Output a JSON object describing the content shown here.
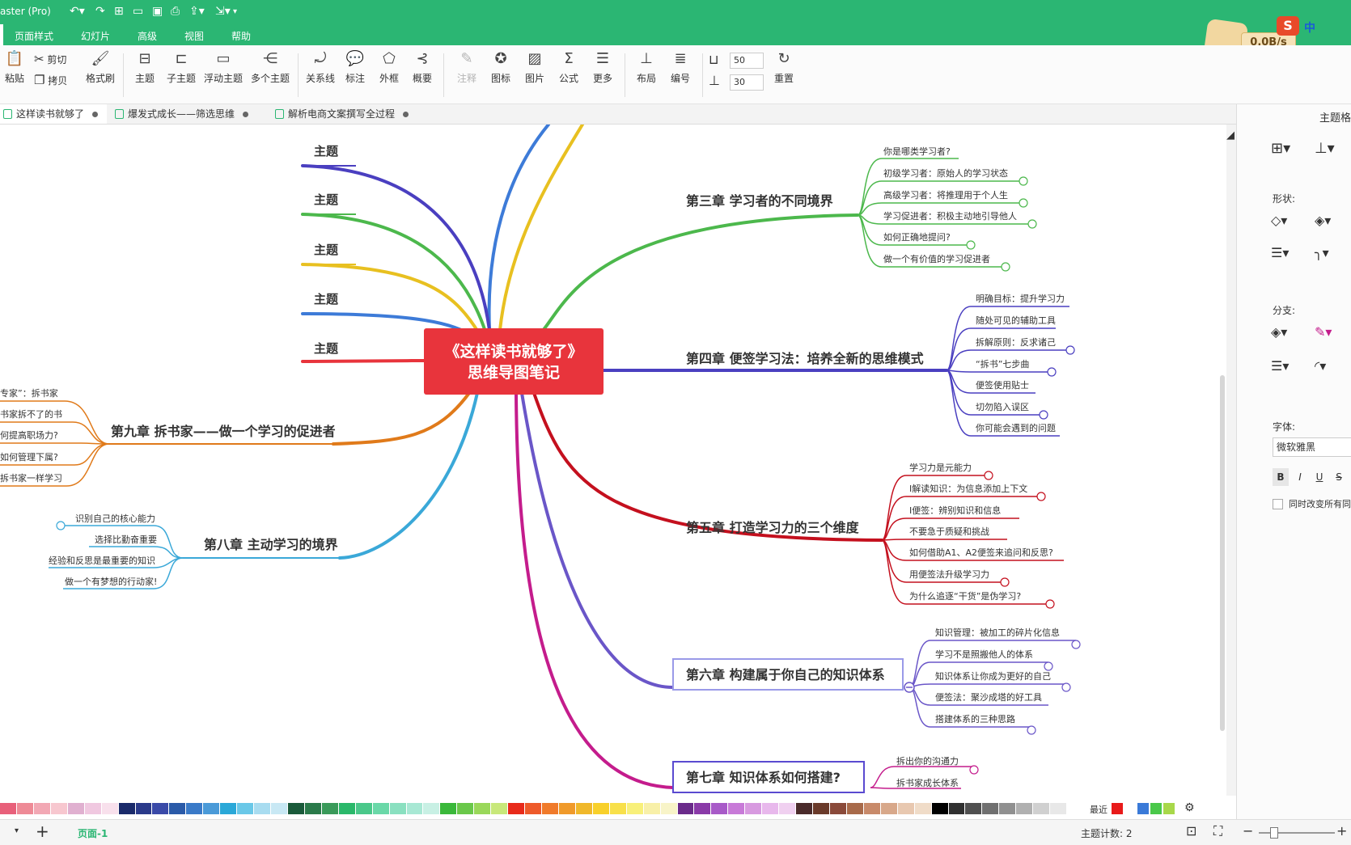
{
  "app": {
    "title": "aster (Pro)"
  },
  "menu": [
    "页面样式",
    "幻灯片",
    "高级",
    "视图",
    "帮助"
  ],
  "toolbar": {
    "paste": "粘贴",
    "cut": "剪切",
    "copy": "拷贝",
    "format_painter": "格式刷",
    "topic": "主题",
    "subtopic": "子主题",
    "floating": "浮动主题",
    "multi": "多个主题",
    "relation": "关系线",
    "callout": "标注",
    "boundary": "外框",
    "summary": "概要",
    "note": "注释",
    "icon": "图标",
    "image": "图片",
    "formula": "公式",
    "more": "更多",
    "layout": "布局",
    "numbering": "编号",
    "reset": "重置",
    "spacing_h": "50",
    "spacing_v": "30"
  },
  "tabs": [
    {
      "label": "这样读书就够了"
    },
    {
      "label": "爆发式成长——筛选思维"
    },
    {
      "label": "解析电商文案撰写全过程"
    }
  ],
  "net_speed": "0.0B/s",
  "ime": "中",
  "side": {
    "header": "主题格",
    "shape": "形状:",
    "branch": "分支:",
    "font": "字体:",
    "font_name": "微软雅黑",
    "sync": "同时改变所有同"
  },
  "mindmap": {
    "central": [
      "《这样读书就够了》",
      "思维导图笔记"
    ],
    "left_topics": [
      "主题",
      "主题",
      "主题",
      "主题",
      "主题"
    ],
    "ch9": {
      "title": "第九章 拆书家——做一个学习的促进者",
      "items": [
        "专家”：拆书家",
        "书家拆不了的书",
        "何提高职场力?",
        "如何管理下属?",
        "拆书家一样学习"
      ]
    },
    "ch8": {
      "title": "第八章 主动学习的境界",
      "items": [
        "识别自己的核心能力",
        "选择比勤奋重要",
        "经验和反思是最重要的知识",
        "做一个有梦想的行动家!"
      ]
    },
    "ch3": {
      "title": "第三章 学习者的不同境界",
      "items": [
        "你是哪类学习者?",
        "初级学习者：原始人的学习状态",
        "高级学习者：将推理用于个人生",
        "学习促进者：积极主动地引导他人",
        "如何正确地提问?",
        "做一个有价值的学习促进者"
      ]
    },
    "ch4": {
      "title": "第四章 便签学习法：培养全新的思维模式",
      "items": [
        "明确目标：提升学习力",
        "随处可见的辅助工具",
        "拆解原则：反求诸己",
        "“拆书”七步曲",
        "便签使用贴士",
        "切勿陷入误区",
        "你可能会遇到的问题"
      ]
    },
    "ch5": {
      "title": "第五章 打造学习力的三个维度",
      "items": [
        "学习力是元能力",
        "I解读知识：为信息添加上下文",
        "I便签：辨别知识和信息",
        "不要急于质疑和挑战",
        "如何借助A1、A2便签来追问和反思?",
        "用便签法升级学习力",
        "为什么追逐“干货”是伪学习?"
      ]
    },
    "ch6": {
      "title": "第六章 构建属于你自己的知识体系",
      "items": [
        "知识管理：被加工的碎片化信息",
        "学习不是照搬他人的体系",
        "知识体系让你成为更好的自己",
        "便签法：聚沙成塔的好工具",
        "搭建体系的三种思路"
      ]
    },
    "ch7": {
      "title": "第七章 知识体系如何搭建?",
      "items": [
        "拆出你的沟通力",
        "拆书家成长体系"
      ]
    }
  },
  "colors": {
    "green": "#2bb673",
    "red_center": "#e8343c",
    "ch3": "#4cb84c",
    "ch4": "#4a3fc0",
    "ch5": "#c4101e",
    "ch6": "#6a56c8",
    "ch7": "#c41c8c",
    "ch8": "#3aa8d8",
    "ch9": "#e07a1a"
  },
  "palette_recent": "最近",
  "status": {
    "page": "页面-1",
    "topic_count": "主题计数: 2"
  }
}
